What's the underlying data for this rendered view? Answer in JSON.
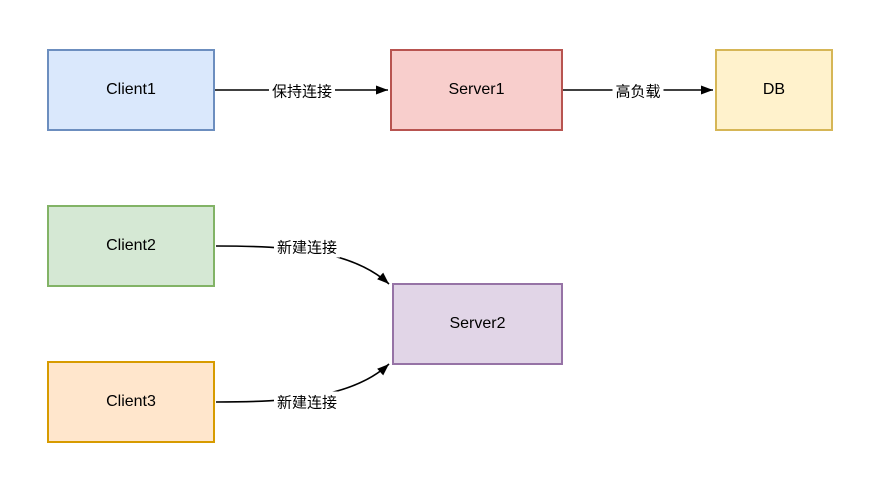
{
  "diagram": {
    "background": "#ffffff",
    "line_color": "#000000",
    "nodes": [
      {
        "id": "client1",
        "label": "Client1",
        "fill": "#dae8fc",
        "stroke": "#6c8ebf"
      },
      {
        "id": "server1",
        "label": "Server1",
        "fill": "#f8cecc",
        "stroke": "#b85450"
      },
      {
        "id": "db",
        "label": "DB",
        "fill": "#fff2cc",
        "stroke": "#d6b656"
      },
      {
        "id": "client2",
        "label": "Client2",
        "fill": "#d5e8d4",
        "stroke": "#82b366"
      },
      {
        "id": "server2",
        "label": "Server2",
        "fill": "#e1d5e7",
        "stroke": "#9673a6"
      },
      {
        "id": "client3",
        "label": "Client3",
        "fill": "#ffe6cc",
        "stroke": "#d79b00"
      }
    ],
    "edges": [
      {
        "from": "Client1",
        "to": "Server1",
        "label": "保持连接",
        "style": "straight"
      },
      {
        "from": "Server1",
        "to": "DB",
        "label": "高负载",
        "style": "straight"
      },
      {
        "from": "Client2",
        "to": "Server2",
        "label": "新建连接",
        "style": "curved"
      },
      {
        "from": "Client3",
        "to": "Server2",
        "label": "新建连接",
        "style": "curved"
      }
    ]
  }
}
